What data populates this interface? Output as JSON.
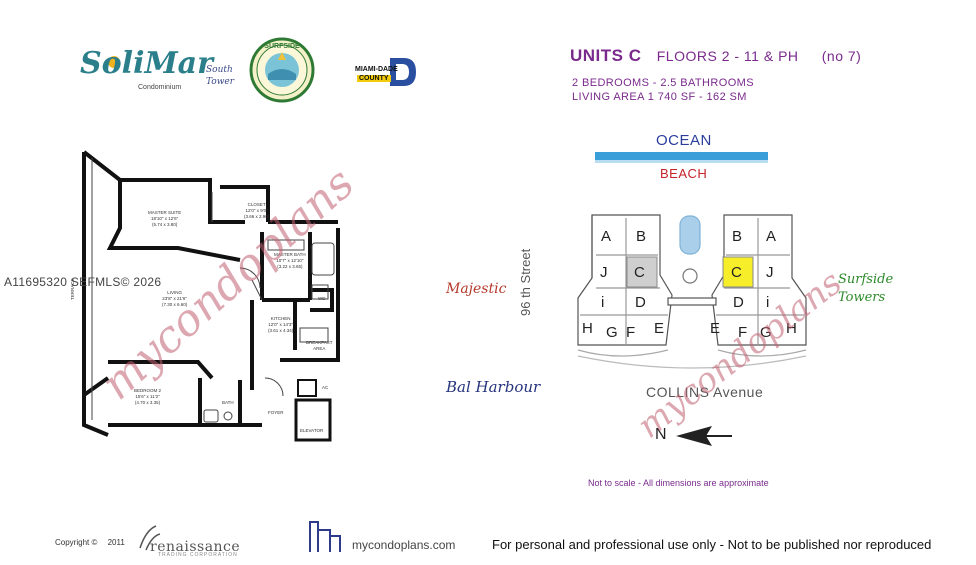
{
  "branding": {
    "solimar": "SoliMar",
    "condominium": "Condominium",
    "south_tower_line1": "South",
    "south_tower_line2": "Tower",
    "miami_dade_line1": "MIAMI-DADE",
    "miami_dade_line2": "COUNTY"
  },
  "unit": {
    "title": "UNITS C",
    "floors": "FLOORS 2 - 11 & PH",
    "count_note": "(no 7)",
    "bedrooms": "2 BEDROOMS - 2.5 BATHROOMS",
    "living_area": "LIVING AREA 1 740 SF - 162 SM"
  },
  "site_plan": {
    "ocean": "OCEAN",
    "beach": "BEACH",
    "majestic": "Majestic",
    "bal_harbour": "Bal Harbour",
    "surfside_line1": "Surfside",
    "surfside_line2": "Towers",
    "street": "96 th Street",
    "avenue": "COLLINS Avenue",
    "north": "N",
    "disclaimer": "Not to scale - All dimensions are approximate",
    "selected_unit": "C",
    "highlight_color": "#f7ee2a",
    "shaded_color": "#cfcfcf",
    "west_tower_units": [
      "A",
      "B",
      "J",
      "C",
      "i",
      "D",
      "H",
      "G",
      "F",
      "E"
    ],
    "east_tower_units": [
      "B",
      "A",
      "C",
      "J",
      "D",
      "i",
      "E",
      "F",
      "G",
      "H"
    ]
  },
  "floor_plan": {
    "rooms": [
      {
        "name": "MASTER SUITE",
        "dims": "18'10\" x 12'6\"",
        "metric": "(5.74 x 3.80)"
      },
      {
        "name": "CLOSET",
        "dims": "12'0\" x 9'0\"",
        "metric": "(3.66 x 2.90)"
      },
      {
        "name": "MASTER BATH",
        "dims": "10'7\" x 12'10\"",
        "metric": "(3.22 x 3.65)"
      },
      {
        "name": "LIVING",
        "dims": "23'8\" x 21'6\"",
        "metric": "(7.30 x 6.60)"
      },
      {
        "name": "KITCHEN",
        "dims": "12'0\" x 14'3\"",
        "metric": "(3.61 x 4.34)"
      },
      {
        "name": "BREAKFAST",
        "dims": "AREA",
        "metric": ""
      },
      {
        "name": "BEDROOM 2",
        "dims": "15'6\" x 11'2\"",
        "metric": "(4.70 x 3.35)"
      },
      {
        "name": "BATH",
        "dims": "",
        "metric": ""
      },
      {
        "name": "FOYER",
        "dims": "",
        "metric": ""
      },
      {
        "name": "ELEVATOR",
        "dims": "",
        "metric": ""
      },
      {
        "name": "WD",
        "dims": "",
        "metric": ""
      },
      {
        "name": "AC",
        "dims": "",
        "metric": ""
      }
    ],
    "terrace": "TERRACE"
  },
  "watermark": {
    "text": "mycondoplans",
    "listing": "A11695320 SEFMLS© 2026"
  },
  "footer": {
    "copyright": "Copyright ©",
    "year": "2011",
    "renaissance": "renaissance",
    "renaissance_sub": "TRADING CORPORATION",
    "site": "mycondoplans.com",
    "notice": "For personal and professional use only - Not to be published nor reproduced"
  }
}
